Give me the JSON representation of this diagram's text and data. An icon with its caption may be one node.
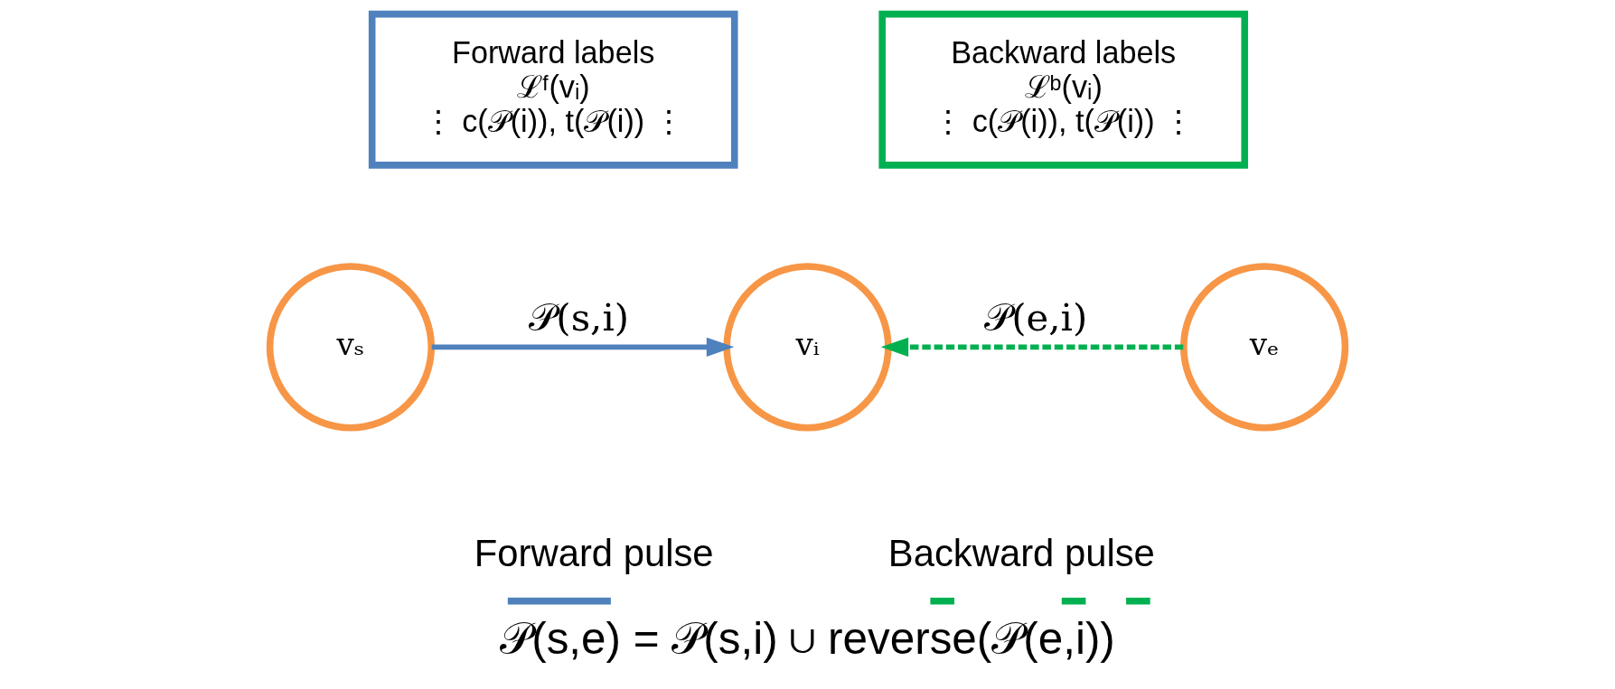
{
  "diagram": {
    "caption": "𝒫(s,e) = 𝒫(s,i) ∪ reverse(𝒫(e,i))",
    "nodes": [
      {
        "text": [
          "Forward labels",
          "ℒᶠ(vᵢ)",
          "⋮ c(𝒫(i)), t(𝒫(i)) ⋮"
        ]
      },
      {
        "text": [
          "Backward labels",
          "ℒᵇ(vᵢ)",
          "⋮ c(𝒫(i)), t(𝒫(i)) ⋮"
        ]
      },
      {
        "text": [
          "vₛ"
        ]
      },
      {
        "text": [
          "vᵢ"
        ]
      },
      {
        "text": [
          "vₑ"
        ]
      }
    ],
    "edges": [
      {
        "from": 2,
        "to": 3,
        "arrow": "to",
        "label": "𝒫(s,i)",
        "color": "#4f81bd"
      },
      {
        "from": 4,
        "to": 3,
        "arrow": "to",
        "label": "𝒫(e,i)",
        "style": "dashed",
        "color": "#00b050"
      }
    ],
    "legend": [
      {
        "text": "Forward pulse"
      },
      {
        "text": "Backward pulse"
      }
    ]
  }
}
